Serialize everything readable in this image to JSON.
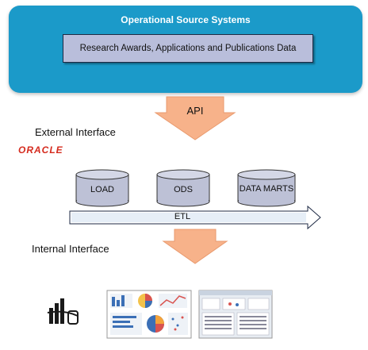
{
  "diagram": {
    "source": {
      "title": "Operational Source Systems",
      "box_label": "Research Awards, Applications and Publications Data"
    },
    "api_label": "API",
    "external_interface_label": "External Interface",
    "hub": {
      "title": "Data Analytics Hub",
      "logo_text": "ORACLE",
      "stores": [
        {
          "label": "LOAD"
        },
        {
          "label": "ODS"
        },
        {
          "label": "DATA MARTS"
        }
      ],
      "etl_label": "ETL"
    },
    "internal_interface_label": "Internal Interface",
    "consumption": {
      "title": "Consumption Layer",
      "icons": [
        "power-bi-icon",
        "dashboard-thumbnail",
        "report-thumbnail"
      ]
    }
  },
  "colors": {
    "panel": "#1b9ac9",
    "source_box": "#b9bedb",
    "arrow": "#f7b28a",
    "oracle_red": "#d52b1e"
  }
}
